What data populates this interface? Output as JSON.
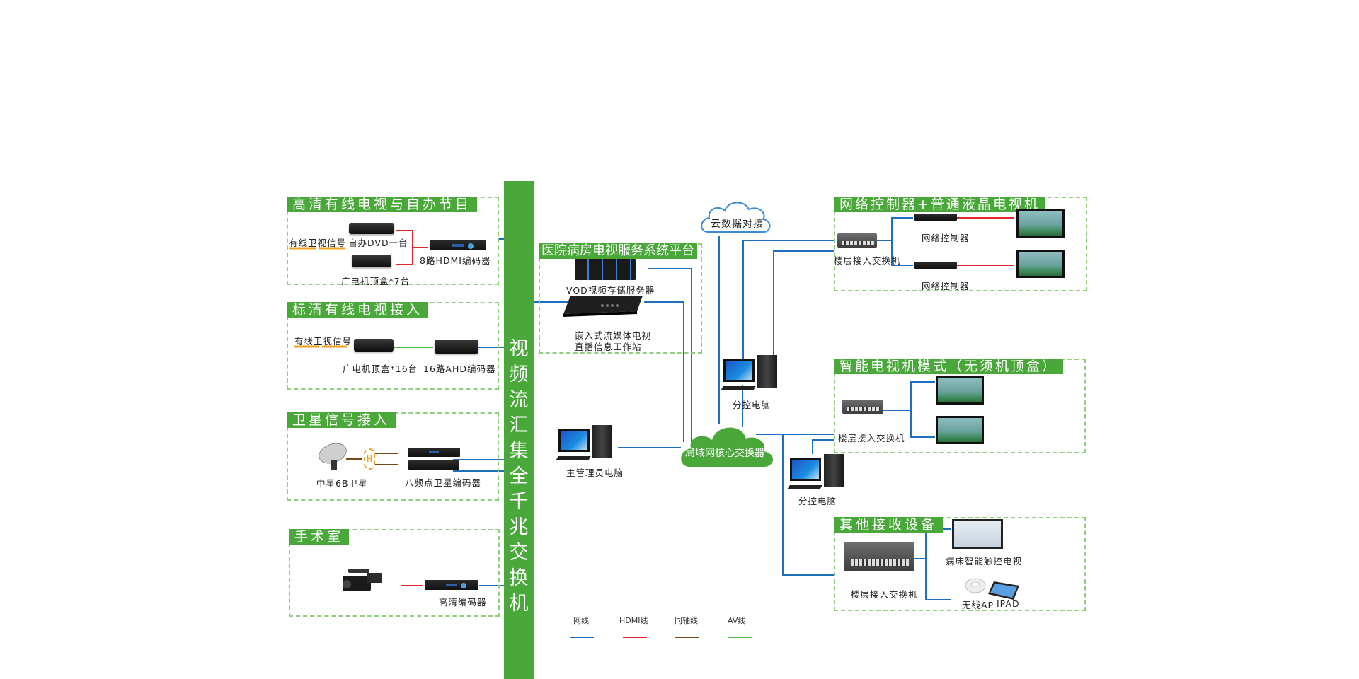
{
  "colors": {
    "accent_green": "#4aa83a",
    "group_border": "#8fd07f",
    "net_line": "#1f6fbf",
    "hdmi_line": "#e8262c",
    "coax_line": "#7a4a1e",
    "av_line": "#4cb848",
    "signal_underline": "#f0a020"
  },
  "backbone": {
    "label": "视频流汇集全千兆交换机",
    "icon": "gigabit-switch-backbone"
  },
  "left_groups": [
    {
      "title": "高清有线电视与自办节目",
      "signal_label": "有线卫视信号",
      "devices": [
        {
          "label": "自办DVD一台",
          "icon": "dvd-player-icon"
        },
        {
          "label": "广电机顶盒*7台",
          "icon": "set-top-box-icon"
        },
        {
          "label": "8路HDMI编码器",
          "icon": "rack-encoder-icon"
        }
      ]
    },
    {
      "title": "标清有线电视接入",
      "signal_label": "有线卫视信号",
      "devices": [
        {
          "label": "广电机顶盒*16台",
          "icon": "set-top-box-icon"
        },
        {
          "label": "16路AHD编码器",
          "icon": "ahd-encoder-icon"
        }
      ]
    },
    {
      "title": "卫星信号接入",
      "splitter_label": "H",
      "devices": [
        {
          "label": "中星6B卫星",
          "icon": "satellite-dish-icon"
        },
        {
          "label": "八频点卫星编码器",
          "icon": "rack-encoder-icon"
        }
      ]
    },
    {
      "title": "手术室",
      "devices": [
        {
          "label": "",
          "icon": "video-camera-icon"
        },
        {
          "label": "高清编码器",
          "icon": "rack-encoder-icon"
        }
      ]
    }
  ],
  "platform": {
    "title": "医院病房电视服务系统平台",
    "devices": [
      {
        "label": "VOD视频存储服务器",
        "icon": "storage-server-icon"
      },
      {
        "label_line1": "嵌入式流媒体电视",
        "label_line2": "直播信息工作站",
        "icon": "streaming-workstation-icon"
      }
    ]
  },
  "cloud_data": {
    "label": "云数据对接",
    "icon": "cloud-icon"
  },
  "core_switch": {
    "label": "局域网核心交换器",
    "icon": "cloud-icon"
  },
  "computers": {
    "admin": {
      "label": "主管理员电脑",
      "icon": "desktop-computer-icon"
    },
    "sub1": {
      "label": "分控电脑",
      "icon": "desktop-computer-icon"
    },
    "sub2": {
      "label": "分控电脑",
      "icon": "desktop-computer-icon"
    }
  },
  "right_groups": [
    {
      "title": "网络控制器+普通液晶电视机",
      "switch_label": "楼层接入交换机",
      "controllers": [
        "网络控制器",
        "网络控制器"
      ],
      "tv_count": 2
    },
    {
      "title": "智能电视机模式（无须机顶盒）",
      "switch_label": "楼层接入交换机",
      "tv_count": 2
    },
    {
      "title": "其他接收设备",
      "switch_label": "楼层接入交换机",
      "devices": [
        {
          "label": "病床智能触控电视",
          "icon": "bedside-touch-tv-icon"
        },
        {
          "label": "无线AP",
          "icon": "wireless-ap-icon"
        },
        {
          "label": "IPAD",
          "icon": "tablet-icon"
        }
      ]
    }
  ],
  "legend": [
    {
      "label": "网线",
      "color": "#1f6fbf"
    },
    {
      "label": "HDMI线",
      "color": "#e8262c"
    },
    {
      "label": "同轴线",
      "color": "#7a4a1e"
    },
    {
      "label": "AV线",
      "color": "#4cb848"
    }
  ]
}
